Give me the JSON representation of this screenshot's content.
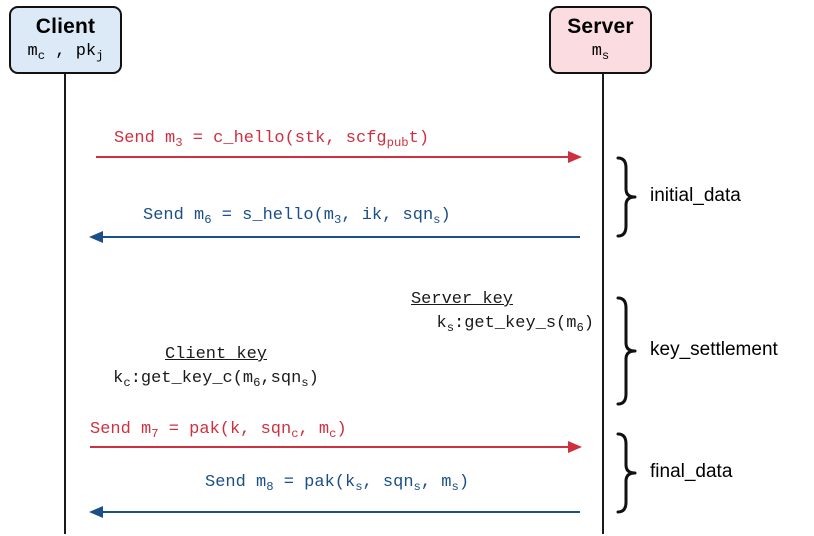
{
  "diagram": {
    "title": "QUIC handshake sequence diagram",
    "colors": {
      "client_fill": "#dce9f7",
      "server_fill": "#fbdde1",
      "border": "#111111",
      "client_message": "#cf3040",
      "server_message": "#1a4f88",
      "lifeline": "#1a1a1a",
      "text": "#000000"
    }
  },
  "actors": [
    {
      "id": "client",
      "name": "Client",
      "state": "m_c , pk_j",
      "state_parts": {
        "base1": "m",
        "sub1": "c",
        "sep": " , ",
        "base2": "pk",
        "sub2": "j"
      }
    },
    {
      "id": "server",
      "name": "Server",
      "state": "m_s",
      "state_parts": {
        "base1": "m",
        "sub1": "s"
      }
    }
  ],
  "messages": [
    {
      "id": "m3",
      "direction": "client-to-server",
      "color": "client_message",
      "label_plain": "Send m3 = c_hello(stk, scfg_pub t)",
      "parts": {
        "pre": "Send m",
        "num": "3",
        "mid": " = c_hello(stk, scfg",
        "sub": "pub",
        "post": "t)"
      }
    },
    {
      "id": "m6",
      "direction": "server-to-client",
      "color": "server_message",
      "label_plain": "Send m6 = s_hello(m3, ik, sqn_s)",
      "parts": {
        "pre": "Send m",
        "num": "6",
        "mid": " = s_hello(m",
        "sub1": "3",
        "mid2": ", ik, sqn",
        "sub2": "s",
        "post": ")"
      }
    },
    {
      "id": "m7",
      "direction": "client-to-server",
      "color": "client_message",
      "label_plain": "Send m7 = pak(k, sqn_c, m_c)",
      "parts": {
        "pre": "Send m",
        "num": "7",
        "mid": " = pak(k, sqn",
        "sub1": "c",
        "mid2": ", m",
        "sub2": "c",
        "post": ")"
      }
    },
    {
      "id": "m8",
      "direction": "server-to-client",
      "color": "server_message",
      "label_plain": "Send m8 = pak(k_s, sqn_s, m_s)",
      "parts": {
        "pre": "Send m",
        "num": "8",
        "mid": " = pak(k",
        "sub1": "s",
        "mid2": ", sqn",
        "sub2": "s",
        "mid3": ", m",
        "sub3": "s",
        "post": ")"
      }
    }
  ],
  "notes": [
    {
      "id": "server-key",
      "title": "Server key",
      "body_plain": "k_s:get_key_s(m6)",
      "parts": {
        "pre": "k",
        "sub1": "s",
        "mid": ":get_key_s(m",
        "sub2": "6",
        "post": ")"
      }
    },
    {
      "id": "client-key",
      "title": "Client key",
      "body_plain": "k_c:get_key_c(m6,sqn_s)",
      "parts": {
        "pre": "k",
        "sub1": "c",
        "mid": ":get_key_c(m",
        "sub2": "6",
        "mid2": ",sqn",
        "sub3": "s",
        "post": ")"
      }
    }
  ],
  "phases": [
    {
      "id": "initial-data",
      "label": "initial_data"
    },
    {
      "id": "key-settlement",
      "label": "key_settlement"
    },
    {
      "id": "final-data",
      "label": "final_data"
    }
  ]
}
